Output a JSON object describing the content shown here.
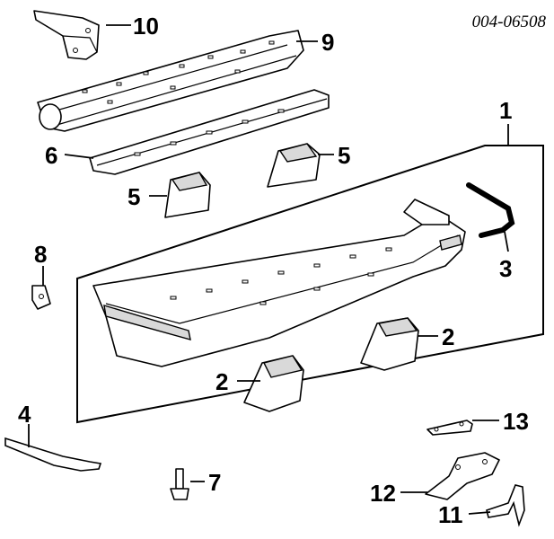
{
  "diagram": {
    "reference": "004-06508",
    "callouts": {
      "c1": "1",
      "c2a": "2",
      "c2b": "2",
      "c3": "3",
      "c4": "4",
      "c5a": "5",
      "c5b": "5",
      "c6": "6",
      "c7": "7",
      "c8": "8",
      "c9": "9",
      "c10": "10",
      "c11": "11",
      "c12": "12",
      "c13": "13"
    }
  }
}
